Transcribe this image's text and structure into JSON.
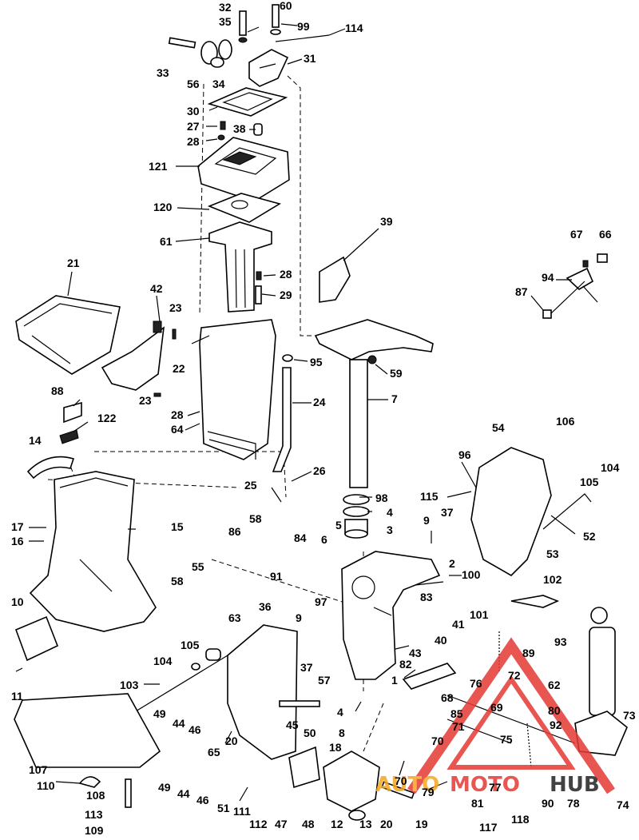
{
  "labels": {
    "l32": "32",
    "l60": "60",
    "l35": "35",
    "l99": "99",
    "l114": "114",
    "l31": "31",
    "l33": "33",
    "l56": "56",
    "l34": "34",
    "l30": "30",
    "l27": "27",
    "l38": "38",
    "l28a": "28",
    "l121": "121",
    "l120": "120",
    "l61": "61",
    "l39": "39",
    "l67": "67",
    "l66": "66",
    "l94": "94",
    "l87": "87",
    "l21": "21",
    "l42": "42",
    "l23a": "23",
    "l28b": "28",
    "l29": "29",
    "l95": "95",
    "l59": "59",
    "l22": "22",
    "l7": "7",
    "l24": "24",
    "l88": "88",
    "l23b": "23",
    "l28c": "28",
    "l64": "64",
    "l122": "122",
    "l106": "106",
    "l54": "54",
    "l96": "96",
    "l104a": "104",
    "l14": "14",
    "l26": "26",
    "l105a": "105",
    "l25": "25",
    "l98": "98",
    "l115": "115",
    "l37a": "37",
    "l4a": "4",
    "l52": "52",
    "l15": "15",
    "l17": "17",
    "l58a": "58",
    "l5": "5",
    "l3": "3",
    "l9a": "9",
    "l16": "16",
    "l86": "86",
    "l84": "84",
    "l6": "6",
    "l53": "53",
    "l2": "2",
    "l55": "55",
    "l91": "91",
    "l100": "100",
    "l102": "102",
    "l58b": "58",
    "l97": "97",
    "l83": "83",
    "l10": "10",
    "l63": "63",
    "l36": "36",
    "l101": "101",
    "l41": "41",
    "l9b": "9",
    "l93": "93",
    "l40": "40",
    "l105b": "105",
    "l43": "43",
    "l104b": "104",
    "l37b": "37",
    "l89": "89",
    "l82": "82",
    "l57": "57",
    "l1": "1",
    "l72": "72",
    "l76": "76",
    "l103": "103",
    "l62": "62",
    "l68": "68",
    "l11": "11",
    "l69": "69",
    "l80": "80",
    "l49a": "49",
    "l44a": "44",
    "l46a": "46",
    "l4b": "4",
    "l85": "85",
    "l73": "73",
    "l45": "45",
    "l92": "92",
    "l65": "65",
    "l71": "71",
    "l8": "8",
    "l50": "50",
    "l20a": "20",
    "l70a": "70",
    "l75": "75",
    "l18": "18",
    "l107": "107",
    "l110": "110",
    "l49b": "49",
    "l44b": "44",
    "l46b": "46",
    "l108": "108",
    "l51": "51",
    "l70b": "70",
    "l79": "79",
    "l77": "77",
    "l81": "81",
    "l90": "90",
    "l78": "78",
    "l74": "74",
    "l111": "111",
    "l113": "113",
    "l112": "112",
    "l47": "47",
    "l48": "48",
    "l12": "12",
    "l13": "13",
    "l20b": "20",
    "l19": "19",
    "l117": "117",
    "l118": "118",
    "l109": "109"
  },
  "watermark": {
    "part1": "AUTO",
    "part2": "MOTO",
    "part3": "HUB",
    "color_orange": "#f5a623",
    "color_red": "#e53935",
    "color_black": "#222222"
  }
}
